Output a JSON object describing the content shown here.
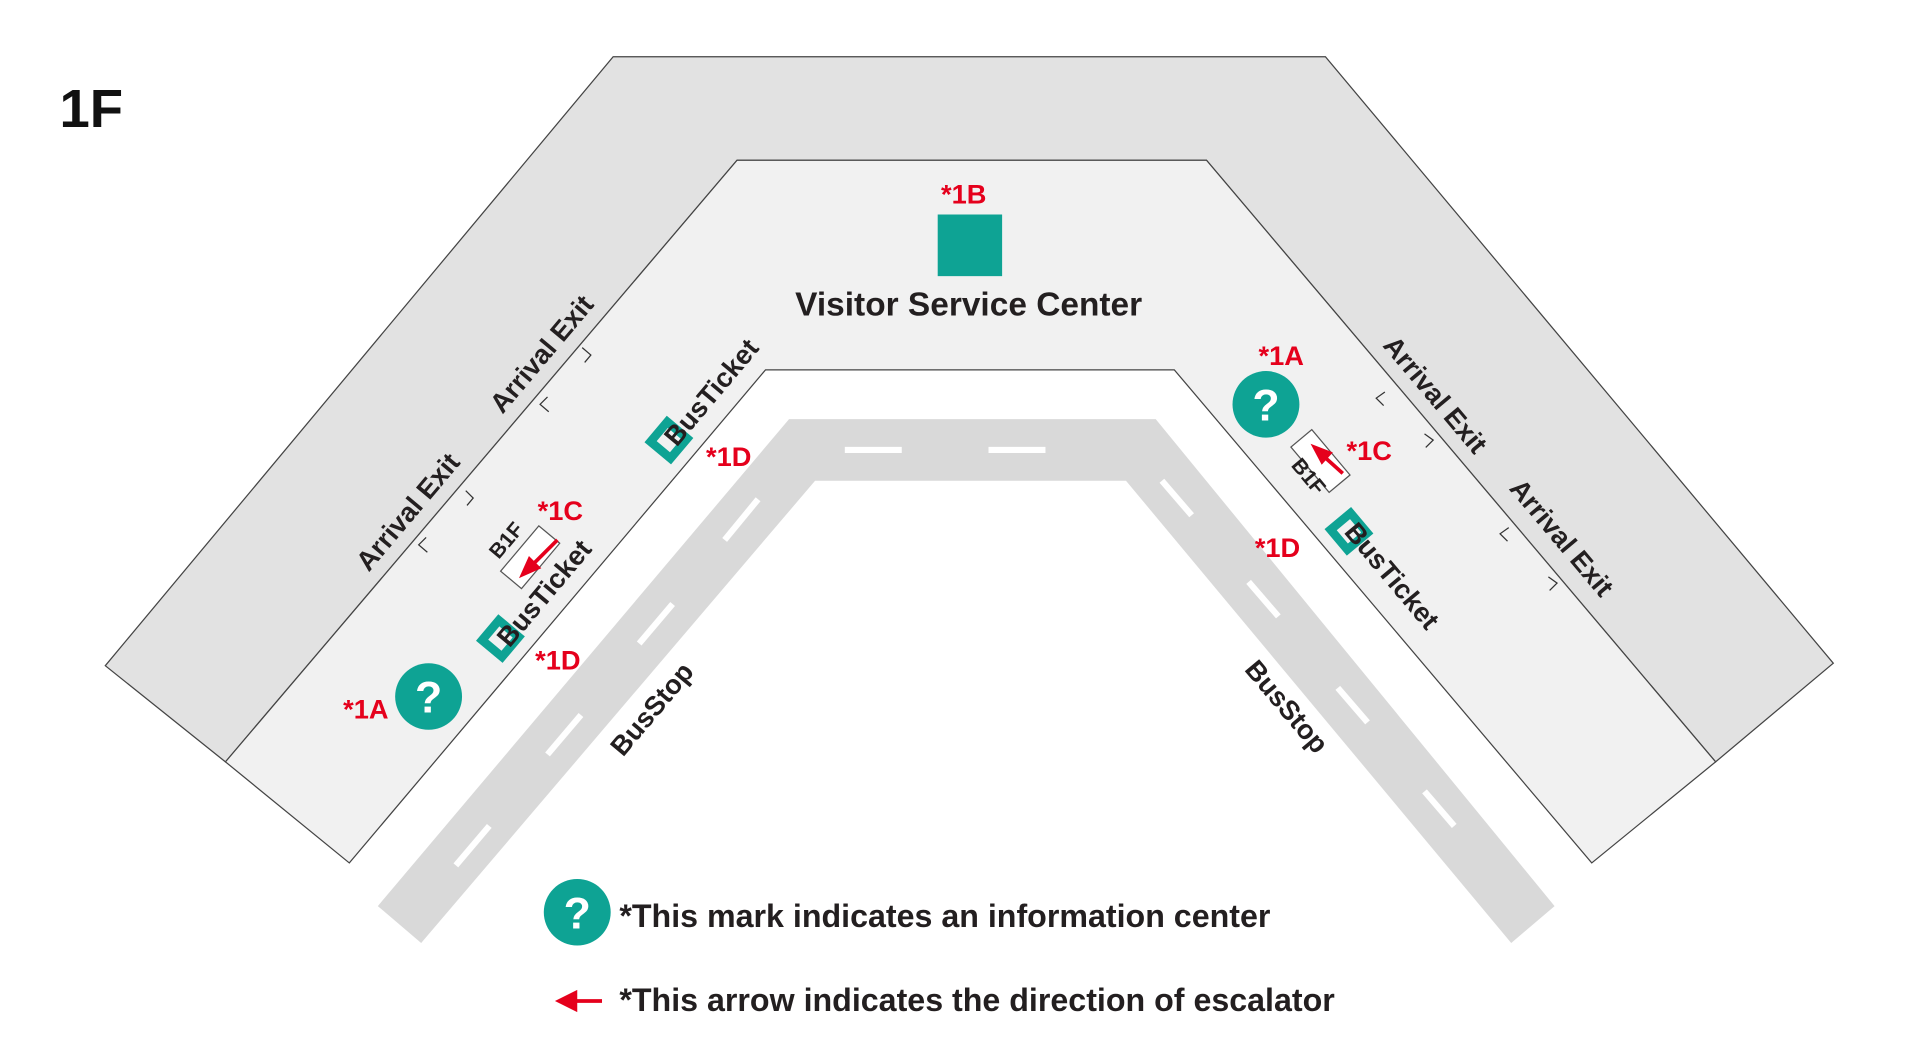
{
  "floor_label": "1F",
  "visitor_center": {
    "label": "Visitor Service Center",
    "tag": "*1B"
  },
  "arrival_exits": [
    "Arrival Exit",
    "Arrival Exit",
    "Arrival Exit",
    "Arrival Exit"
  ],
  "bus_tickets": [
    "BusTicket",
    "BusTicket",
    "BusTicket"
  ],
  "bus_ticket_tags": [
    "*1D",
    "*1D",
    "*1D"
  ],
  "bus_stops": [
    "BusStop",
    "BusStop"
  ],
  "info_centers": {
    "glyph": "?",
    "tags": [
      "*1A",
      "*1A"
    ]
  },
  "escalators": {
    "floor": "B1F",
    "tags": [
      "*1C",
      "*1C"
    ]
  },
  "legend": {
    "info_text": "*This mark indicates an information center",
    "arrow_text": "*This arrow indicates the direction of escalator"
  },
  "colors": {
    "outer_zone": "#e2e2e2",
    "inner_zone": "#f1f1f1",
    "road": "#d9d9d9",
    "teal": "#0ea394",
    "label_red": "#e5001c",
    "label_dark": "#231f20"
  }
}
